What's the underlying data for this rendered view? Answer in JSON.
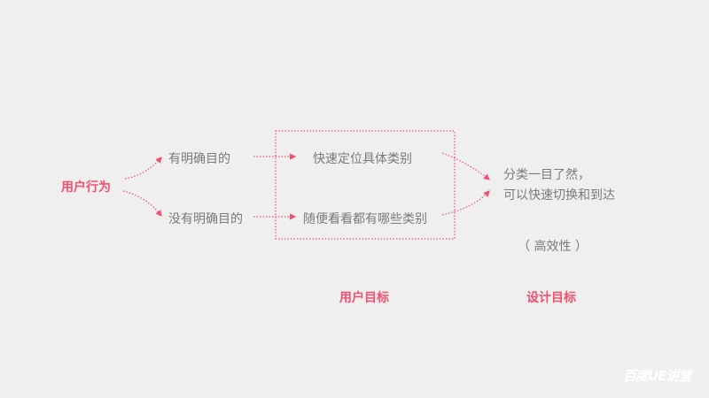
{
  "user_behavior": "用户行为",
  "branches": [
    {
      "behavior": "有明确目的",
      "goal": "快速定位具体类别"
    },
    {
      "behavior": "没有明确目的",
      "goal": "随便看看都有哪些类别"
    }
  ],
  "design_result": {
    "line1": "分类一目了然，",
    "line2": "可以快速切换和到达",
    "note": "（ 高效性 ）"
  },
  "labels": {
    "user_goal": "用户目标",
    "design_goal": "设计目标"
  },
  "watermark": "百度UE讲堂",
  "colors": {
    "accent": "#f2506f",
    "text": "#7a7a7a",
    "background": "#efefef"
  }
}
